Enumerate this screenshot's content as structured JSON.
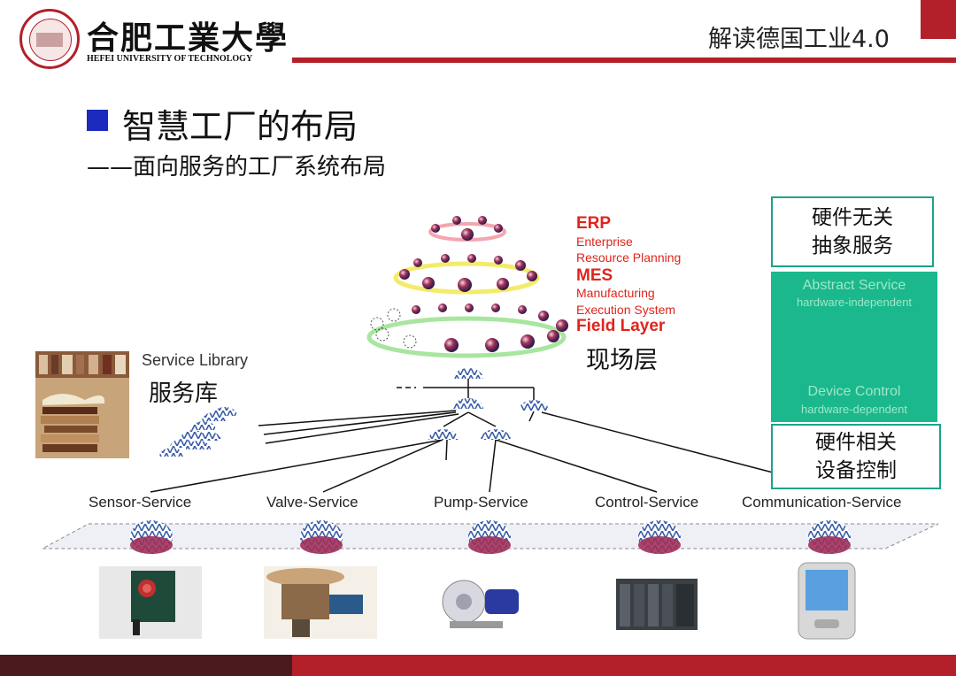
{
  "header": {
    "university_cn": "合肥工業大學",
    "university_en": "HEFEI UNIVERSITY OF TECHNOLOGY",
    "course_title": "解读德国工业4.0"
  },
  "slide": {
    "title": "智慧工厂的布局",
    "subtitle": "——面向服务的工厂系统布局"
  },
  "layers": {
    "erp": "ERP",
    "erp_line1": "Enterprise",
    "erp_line2": "Resource Planning",
    "mes": "MES",
    "mes_line1": "Manufacturing",
    "mes_line2": "Execution System",
    "field": "Field Layer",
    "field_cn": "现场层"
  },
  "library": {
    "label_en": "Service Library",
    "label_cn": "服务库"
  },
  "services": [
    "Sensor-Service",
    "Valve-Service",
    "Pump-Service",
    "Control-Service",
    "Communication-Service"
  ],
  "right_panel": {
    "top_line1": "硬件无关",
    "top_line2": "抽象服务",
    "abstract": "Abstract Service",
    "abstract_sub": "hardware-independent",
    "device": "Device Control",
    "device_sub": "hardware-dependent",
    "bottom_line1": "硬件相关",
    "bottom_line2": "设备控制"
  },
  "colors": {
    "brand_red": "#b3202a",
    "layer_red": "#e0241b",
    "panel_green": "#1ab88c",
    "bullet_blue": "#1a2bbd"
  }
}
